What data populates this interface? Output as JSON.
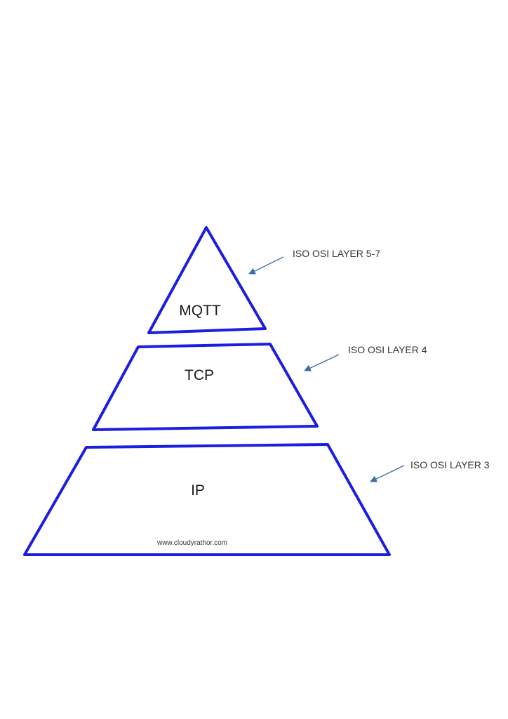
{
  "colors": {
    "shape_stroke": "#1a1ee0",
    "arrow": "#3b6ea8",
    "text": "#1a1a1a",
    "background": "#ffffff"
  },
  "layers": [
    {
      "id": "mqtt",
      "label": "MQTT",
      "osi_label": "ISO OSI LAYER 5-7",
      "shape": "triangle"
    },
    {
      "id": "tcp",
      "label": "TCP",
      "osi_label": "ISO OSI LAYER 4",
      "shape": "trapezoid"
    },
    {
      "id": "ip",
      "label": "IP",
      "osi_label": "ISO OSI LAYER 3",
      "shape": "trapezoid"
    }
  ],
  "watermark": "www.cloudyrathor.com"
}
